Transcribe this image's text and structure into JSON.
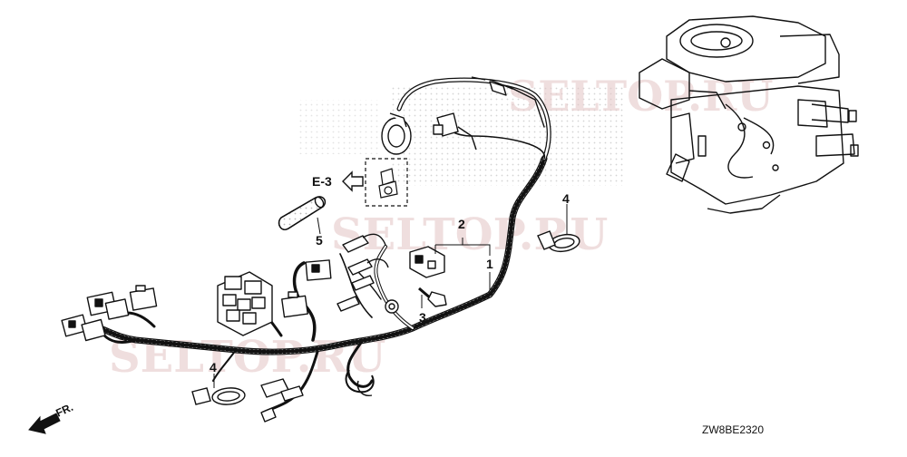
{
  "diagram": {
    "callouts": {
      "harness": "1",
      "coupler": "2",
      "bolt": "3",
      "band_upper": "4",
      "band_lower": "4",
      "tube": "5",
      "ref_section": "E-3"
    },
    "direction_label": "FR.",
    "drawing_code": "ZW8BE2320",
    "watermarks": [
      "SELTOP.RU",
      "SELTOP.RU",
      "SELTOP.RU"
    ]
  },
  "colors": {
    "line": "#111111",
    "watermark": "#e6c9c9",
    "background": "#ffffff"
  },
  "icons": [
    "arrow-left-icon",
    "arrow-front-icon"
  ]
}
